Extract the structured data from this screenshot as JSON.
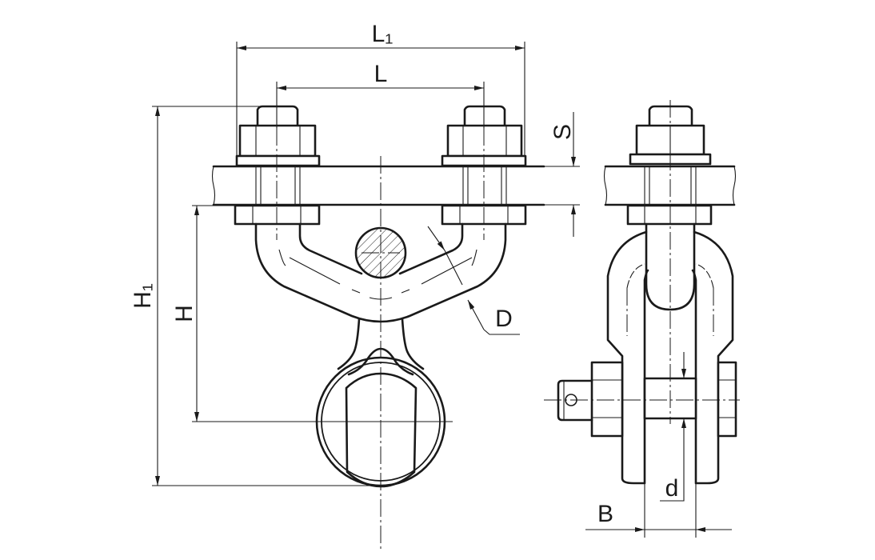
{
  "drawing": {
    "front_view": {
      "dimensions": {
        "overall_length": "L₁",
        "bolt_spacing": "L",
        "overall_height": "H₁",
        "height_to_eye": "H",
        "conductor_diameter": "D"
      }
    },
    "side_view": {
      "dimensions": {
        "plate_thickness": "S",
        "pin_diameter": "d",
        "clevis_width": "B"
      }
    },
    "colors": {
      "line": "#1a1a1a",
      "background": "#ffffff"
    }
  }
}
